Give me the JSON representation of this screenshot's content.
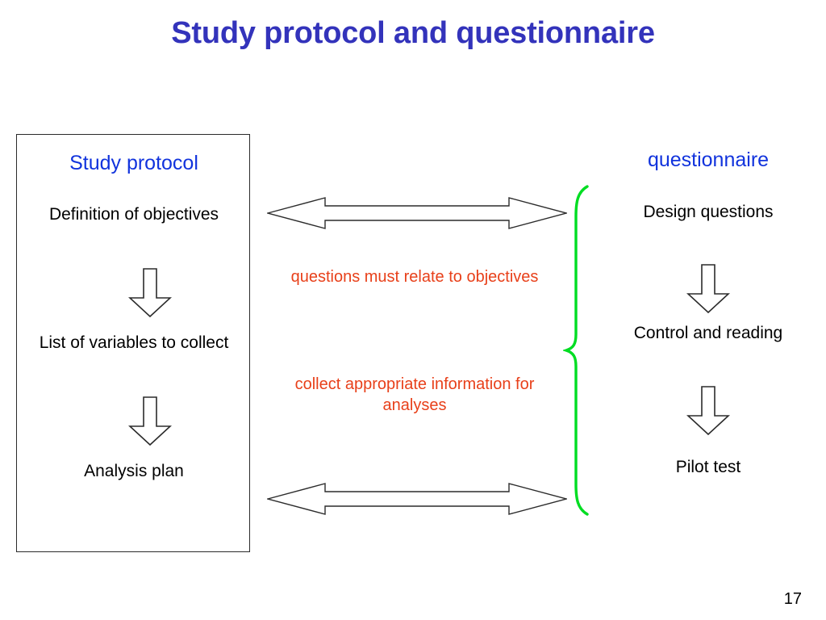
{
  "slide": {
    "title": "Study protocol and questionnaire",
    "page_number": "17",
    "colors": {
      "title_blue": "#3333bb",
      "heading_blue": "#1133dd",
      "annotation_red": "#e8401a",
      "brace_green": "#00dd22",
      "outline_black": "#2b2b2b",
      "background": "#ffffff"
    }
  },
  "protocol": {
    "heading": "Study protocol",
    "steps": [
      "Definition of objectives",
      "List of variables to collect",
      "Analysis plan"
    ],
    "arrows": [
      "down-arrow-icon",
      "down-arrow-icon"
    ]
  },
  "questionnaire": {
    "heading": "questionnaire",
    "steps": [
      "Design questions",
      "Control and reading",
      "Pilot test"
    ],
    "arrows": [
      "down-arrow-icon",
      "down-arrow-icon"
    ],
    "brace": "curly-brace-icon"
  },
  "links": {
    "top_arrow": "double-headed-arrow-icon",
    "bottom_arrow": "double-headed-arrow-icon",
    "annotations": [
      "questions must relate to objectives",
      "collect appropriate information for analyses"
    ]
  }
}
